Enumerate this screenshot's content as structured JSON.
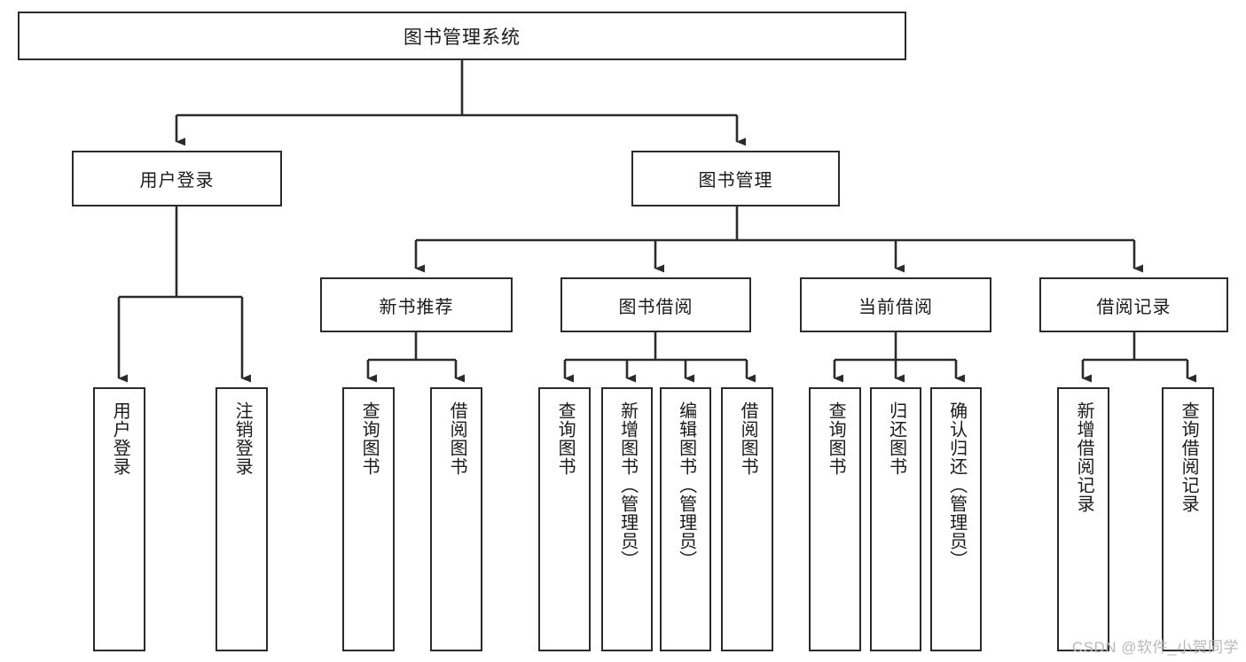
{
  "diagram": {
    "type": "tree-hierarchy",
    "title": "图书管理系统",
    "watermark": "CSDN @软件_小贺同学",
    "colors": {
      "box_border": "#2b2b2b",
      "box_fill": "#ffffff",
      "connector": "#2b2b2b",
      "text": "#1a1a1a",
      "watermark": "#b9b9b9"
    },
    "nodes": {
      "root": {
        "label": "图书管理系统",
        "level": 0
      },
      "l1": [
        {
          "id": "user_login",
          "label": "用户登录",
          "level": 1
        },
        {
          "id": "book_mgmt",
          "label": "图书管理",
          "level": 1
        }
      ],
      "l2": [
        {
          "id": "new_book_rec",
          "label": "新书推荐",
          "level": 2,
          "parent": "book_mgmt"
        },
        {
          "id": "book_borrow",
          "label": "图书借阅",
          "level": 2,
          "parent": "book_mgmt"
        },
        {
          "id": "current_borrow",
          "label": "当前借阅",
          "level": 2,
          "parent": "book_mgmt"
        },
        {
          "id": "borrow_record",
          "label": "借阅记录",
          "level": 2,
          "parent": "book_mgmt"
        }
      ],
      "leaves": [
        {
          "id": "leaf_user_login",
          "label": "用户登录",
          "parent": "user_login"
        },
        {
          "id": "leaf_logout",
          "label": "注销登录",
          "parent": "user_login"
        },
        {
          "id": "leaf_query_book_1",
          "label": "查询图书",
          "parent": "new_book_rec"
        },
        {
          "id": "leaf_borrow_book_1",
          "label": "借阅图书",
          "parent": "new_book_rec"
        },
        {
          "id": "leaf_query_book_2",
          "label": "查询图书",
          "parent": "book_borrow"
        },
        {
          "id": "leaf_add_book",
          "label": "新增图书（管理员）",
          "parent": "book_borrow"
        },
        {
          "id": "leaf_edit_book",
          "label": "编辑图书（管理员）",
          "parent": "book_borrow"
        },
        {
          "id": "leaf_borrow_book_2",
          "label": "借阅图书",
          "parent": "book_borrow"
        },
        {
          "id": "leaf_query_book_3",
          "label": "查询图书",
          "parent": "current_borrow"
        },
        {
          "id": "leaf_return_book",
          "label": "归还图书",
          "parent": "current_borrow"
        },
        {
          "id": "leaf_confirm_return",
          "label": "确认归还（管理员）",
          "parent": "current_borrow"
        },
        {
          "id": "leaf_add_record",
          "label": "新增借阅记录",
          "parent": "borrow_record"
        },
        {
          "id": "leaf_query_record",
          "label": "查询借阅记录",
          "parent": "borrow_record"
        }
      ]
    }
  }
}
